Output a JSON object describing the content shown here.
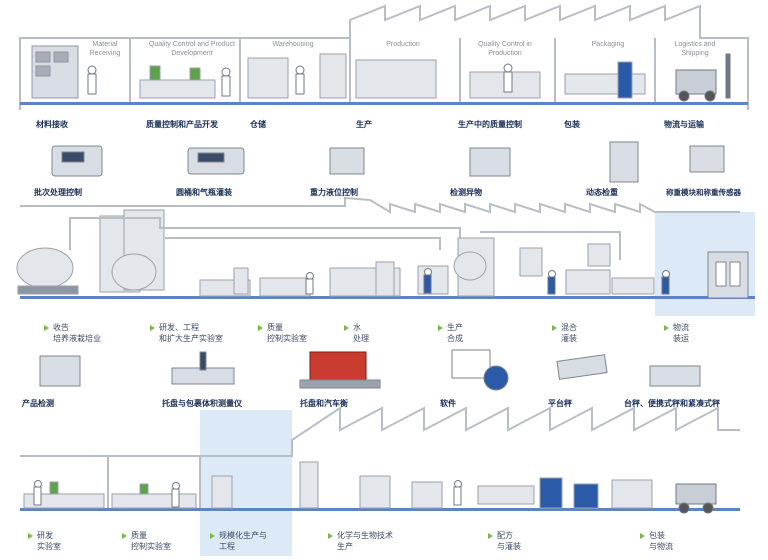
{
  "colors": {
    "building_line": "#b9bec6",
    "floor": "#5b84c4",
    "machine": "#d8dde3",
    "accent_blue": "#2a5aa8",
    "highlight_band": "#dce9f7"
  },
  "section1": {
    "stages": [
      {
        "en": "Material Receiving"
      },
      {
        "en": "Quality Control and Product Development"
      },
      {
        "en": "Warehousing"
      },
      {
        "en": "Production"
      },
      {
        "en": "Quality Control in Production"
      },
      {
        "en": "Packaging"
      },
      {
        "en": "Logistics and Shipping"
      }
    ],
    "cn_labels": [
      "材料接收",
      "质量控制和产品开发",
      "仓储",
      "生产",
      "生产中的质量控制",
      "包装",
      "物流与运输"
    ],
    "products": [
      "批次处理控制",
      "圆桶和气瓶灌装",
      "重力液位控制",
      "检测异物",
      "动态检重",
      "称重模块和称重传感器"
    ]
  },
  "section2": {
    "stages": [
      {
        "cn": "收告\n培养液栽培业"
      },
      {
        "cn": "研发、工程\n和扩大生产实验室"
      },
      {
        "cn": "质量\n控制实验室"
      },
      {
        "cn": "水\n处理"
      },
      {
        "cn": "生产\n合成"
      },
      {
        "cn": "混合\n灌装"
      },
      {
        "cn": "物流\n装运"
      }
    ],
    "products": [
      "产品检测",
      "托盘与包裹体积测量仪",
      "托盘和汽车衡",
      "软件",
      "平台秤",
      "台秤、便携式秤和紧凑式秤"
    ]
  },
  "section3": {
    "stages": [
      {
        "cn": "研发\n实验室"
      },
      {
        "cn": "质量\n控制实验室"
      },
      {
        "cn": "规模化生产与\n工程"
      },
      {
        "cn": "化学与生物技术\n生产"
      },
      {
        "cn": "配方\n与灌装"
      },
      {
        "cn": "包装\n与物流"
      }
    ]
  }
}
